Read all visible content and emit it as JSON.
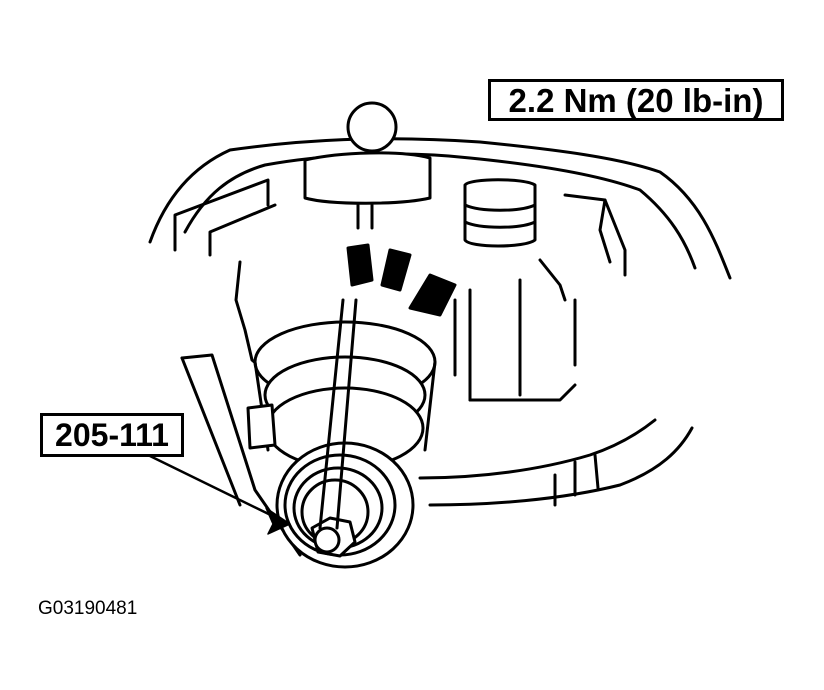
{
  "callouts": {
    "torque": "2.2 Nm (20 lb-in)",
    "tool": "205-111"
  },
  "figure": {
    "id": "G03190481"
  },
  "colors": {
    "ink": "#000000",
    "paper": "#ffffff"
  }
}
